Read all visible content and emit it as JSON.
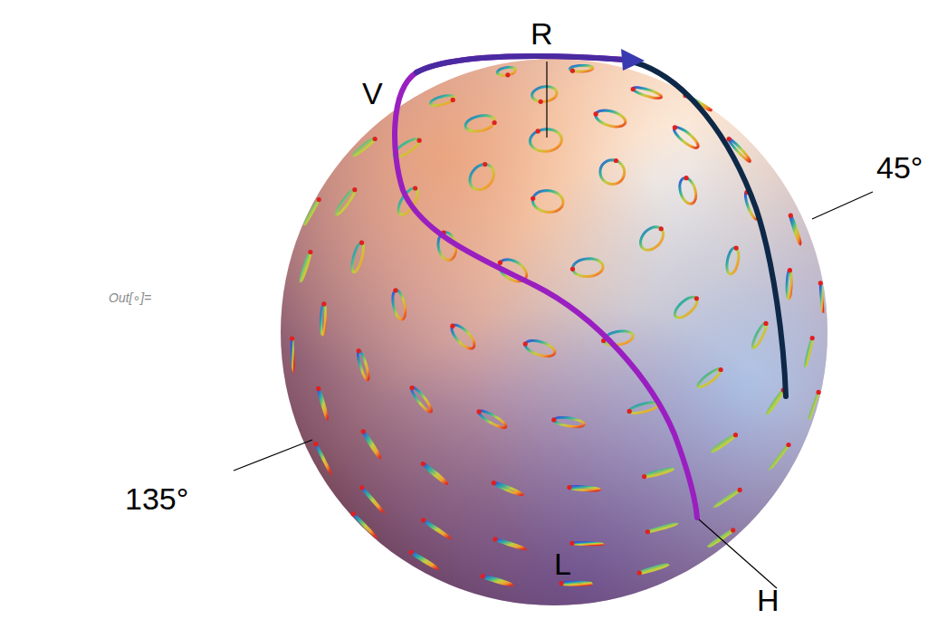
{
  "diagram": {
    "labels": [
      "Out[∘]=",
      "R",
      "V",
      "45°",
      "135°",
      "L",
      "H"
    ]
  }
}
